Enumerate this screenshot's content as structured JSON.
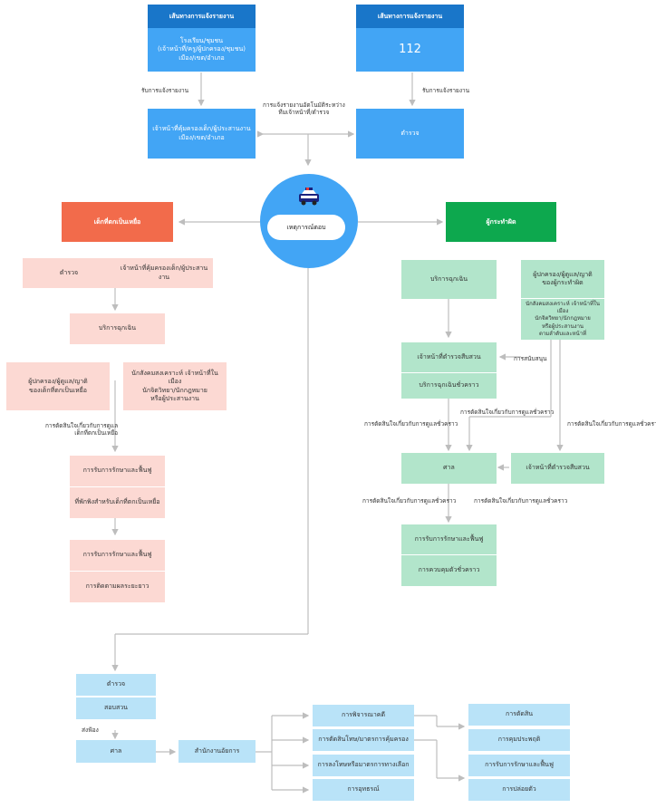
{
  "top": {
    "left_header": "เส้นทางการแจ้งรายงาน",
    "left_body": "โรงเรียน/ชุมชน\n(เจ้าหน้าที่/ครู/ผู้ปกครอง/ชุมชน)\nเมือง/เขต/อำเภอ",
    "right_header": "เส้นทางการแจ้งรายงาน",
    "right_body": "112",
    "receive_left": "รับการแจ้งรายงาน",
    "receive_right": "รับการแจ้งรายงาน",
    "center_note": "การแจ้งรายงานอัตโนมัติระหว่าง\nทีมเจ้าหน้าที่/ตำรวจ",
    "child_protection": "เจ้าหน้าที่คุ้มครองเด็ก/ผู้ประสานงาน\nเมือง/เขต/อำเภอ",
    "police": "ตำรวจ"
  },
  "hub": {
    "label": "เหตุการณ์ตอบ"
  },
  "left_branch": {
    "title": "เด็กที่ตกเป็นเหยื่อ",
    "police": "ตำรวจ",
    "child_protection": "เจ้าหน้าที่คุ้มครองเด็ก/ผู้ประสานงาน",
    "emergency": "บริการฉุกเฉิน",
    "guardian": "ผู้ปกครอง/ผู้ดูแล/ญาติ\nของเด็กที่ตกเป็นเหยื่อ",
    "social": "นักสังคมสงเคราะห์ เจ้าหน้าที่ในเมือง\nนักจิตวิทยา/นักกฎหมาย\nหรือผู้ประสานงาน",
    "note": "การตัดสินใจเกี่ยวกับการดูแล\nเด็กที่ตกเป็นเหยื่อ",
    "rehab_1": "การรับการรักษาและฟื้นฟู",
    "home": "ที่พักพิงสำหรับเด็กที่ตกเป็นเหยื่อ",
    "rehab_2": "การรับการรักษาและฟื้นฟู",
    "followup": "การติดตามผลระยะยาว"
  },
  "right_branch": {
    "title": "ผู้กระทำผิด",
    "emergency": "บริการฉุกเฉิน",
    "guardian": "ผู้ปกครอง/ผู้ดูแล/ญาติ\nของผู้กระทำผิด",
    "social": "นักสังคมสงเคราะห์ เจ้าหน้าที่ในเมือง\nนักจิตวิทยา/นักกฎหมาย\nหรือผู้ประสานงาน\nตามลำดับและหน้าที่",
    "police_officer": "เจ้าหน้าที่ตำรวจสืบสวน",
    "urgent_care": "บริการฉุกเฉินชั่วคราว",
    "lbl_support": "การสนับสนุน",
    "lbl_decision_1": "การตัดสินใจเกี่ยวกับการดูแลชั่วคราว",
    "lbl_decision_2": "การตัดสินใจเกี่ยวกับการดูแลชั่วคราว",
    "lbl_decision_3": "การตัดสินใจเกี่ยวกับการดูแลชั่วคราว",
    "court": "ศาล",
    "investigator": "เจ้าหน้าที่ตำรวจสืบสวน",
    "lbl_decision_4": "การตัดสินใจเกี่ยวกับการดูแลชั่วคราว",
    "lbl_decision_5": "การตัดสินใจเกี่ยวกับการดูแลชั่วคราว",
    "rehab": "การรับการรักษาและฟื้นฟู",
    "custody": "การควบคุมตัวชั่วคราว"
  },
  "bottom": {
    "police": "ตำรวจ",
    "investigation": "สอบสวน",
    "prosecution": "ส่งฟ้อง",
    "court": "ศาล",
    "prosecutor_office": "สำนักงานอัยการ",
    "mid": [
      "การพิจารณาคดี",
      "การตัดสินโทษ/มาตรการคุ้มครอง",
      "การลงโทษหรือมาตรการทางเลือก",
      "การอุทธรณ์"
    ],
    "right": [
      "การตัดสิน",
      "การคุมประพฤติ",
      "การรับการรักษาและฟื้นฟู",
      "การปล่อยตัว"
    ]
  }
}
